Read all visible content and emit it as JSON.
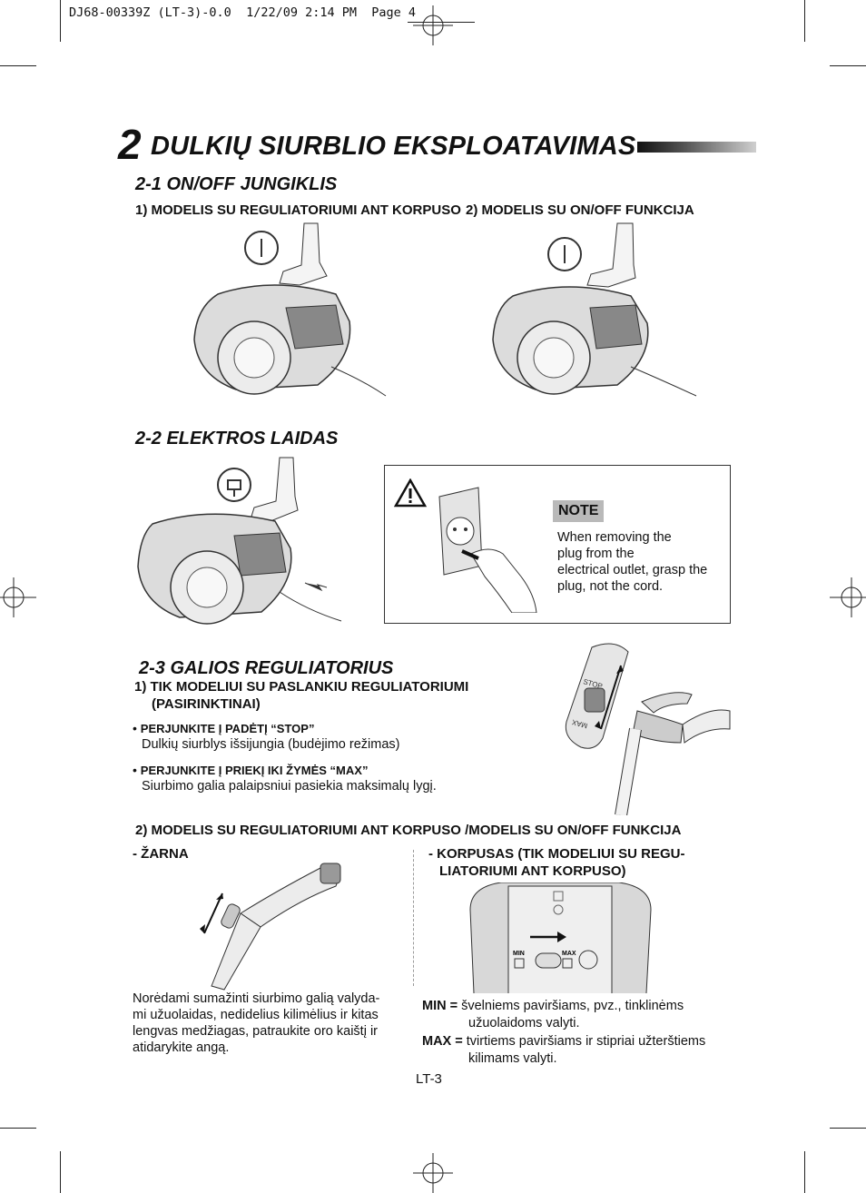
{
  "print_header": "DJ68-00339Z (LT-3)-0.0  1/22/09 2:14 PM  Page 4",
  "chapter": {
    "number": "2",
    "title": "DULKIŲ SIURBLIO EKSPLOATAVIMAS"
  },
  "section_1": {
    "heading": "2-1 ON/OFF JUNGIKLIS",
    "model_1": "1) MODELIS SU REGULIATORIUMI ANT KORPUSO",
    "model_2": "2) MODELIS SU ON/OFF FUNKCIJA"
  },
  "section_2": {
    "heading": "2-2 ELEKTROS LAIDAS",
    "note_label": "NOTE",
    "note_lines": [
      "When removing the",
      "plug from the",
      "electrical outlet, grasp the",
      "plug, not the cord."
    ]
  },
  "section_3": {
    "heading": "2-3 GALIOS REGULIATORIUS",
    "item_1_line_1": "1) TIK MODELIUI SU PASLANKIU REGULIATORIUMI",
    "item_1_line_2": "(PASIRINKTINAI)",
    "bullet_1_title": "PERJUNKITE Į PADĖTĮ “STOP”",
    "bullet_1_text": "Dulkių siurblys išsijungia (budėjimo režimas)",
    "bullet_2_title": "PERJUNKITE Į PRIEKĮ IKI ŽYMĖS “MAX”",
    "bullet_2_text": "Siurbimo galia palaipsniui pasiekia maksimalų lygį.",
    "item_2": "2) MODELIS SU REGULIATORIUMI ANT KORPUSO /MODELIS SU ON/OFF FUNKCIJA",
    "hose_label": "- ŽARNA",
    "body_label_line_1": "- KORPUSAS (TIK MODELIUI SU REGU-",
    "body_label_line_2": "LIATORIUMI ANT KORPUSO)",
    "hose_text": [
      "Norėdami sumažinti siurbimo galią valyda-",
      "mi užuolaidas, nedidelius kilimėlius ir kitas",
      "lengvas medžiagas, patraukite oro kaištį ir",
      "atidarykite angą."
    ],
    "min_key": "MIN  =",
    "min_text_1": "švelniems paviršiams, pvz., tinklinėms",
    "min_text_2": "užuolaidoms valyti.",
    "max_key": "MAX =",
    "max_text_1": "tvirtiems paviršiams ir stipriai užterštiems",
    "max_text_2": "kilimams valyti.",
    "panel_min": "MIN",
    "panel_max": "MAX",
    "handle_stop": "STOP",
    "handle_max": "MAX"
  },
  "page_number": "LT-3"
}
